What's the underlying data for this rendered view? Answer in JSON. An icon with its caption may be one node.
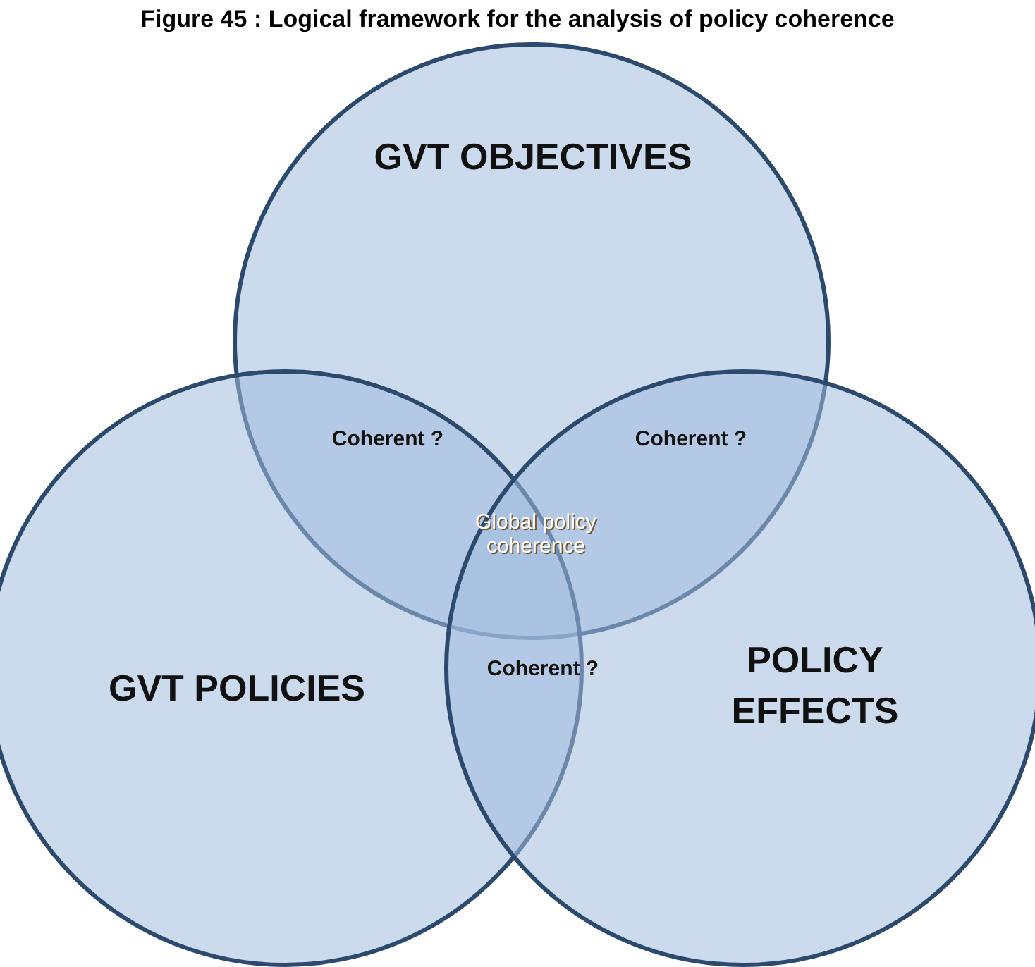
{
  "diagram": {
    "title": "Figure 45 : Logical framework for the analysis of policy coherence",
    "nodes": [
      {
        "text": [
          "GVT OBJECTIVES"
        ]
      },
      {
        "text": [
          "GVT POLICIES"
        ]
      },
      {
        "text": [
          "POLICY EFFECTS"
        ]
      }
    ],
    "labels": [
      "Coherent ?",
      "Coherent ?",
      "Global policy coherence",
      "Coherent ?"
    ]
  }
}
